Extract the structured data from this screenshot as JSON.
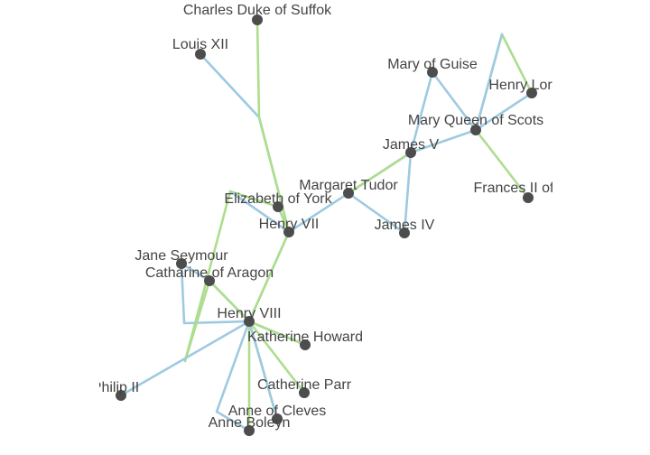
{
  "colors": {
    "background": "#ffffff",
    "spouse_edge": "#9ecae1",
    "child_edge": "#addd8e",
    "node": "#4d4d4d",
    "label": "#444444"
  },
  "nodes": [
    {
      "id": "charles",
      "label": "Charles Duke of Suffok"
    },
    {
      "id": "louis",
      "label": "Louis XII"
    },
    {
      "id": "mary_guise",
      "label": "Mary of Guise"
    },
    {
      "id": "henry_lord_d",
      "label": "Henry Lord D"
    },
    {
      "id": "mary_qos",
      "label": "Mary Queen of Scots"
    },
    {
      "id": "james5",
      "label": "James V"
    },
    {
      "id": "francis2",
      "label": "Frances II of"
    },
    {
      "id": "margaret",
      "label": "Margaret Tudor"
    },
    {
      "id": "elizabeth",
      "label": "Elizabeth of York"
    },
    {
      "id": "henry7",
      "label": "Henry VII"
    },
    {
      "id": "james4",
      "label": "James IV"
    },
    {
      "id": "jane",
      "label": "Jane Seymour"
    },
    {
      "id": "catharine",
      "label": "Catharine of Aragon"
    },
    {
      "id": "henry8",
      "label": "Henry VIII"
    },
    {
      "id": "katherine",
      "label": "Katherine Howard"
    },
    {
      "id": "philip",
      "label": "Philip II"
    },
    {
      "id": "catherine_parr",
      "label": "Catherine Parr"
    },
    {
      "id": "anne_cleves",
      "label": "Anne of Cleves"
    },
    {
      "id": "anne_boleyn",
      "label": "Anne Boleyn"
    }
  ]
}
